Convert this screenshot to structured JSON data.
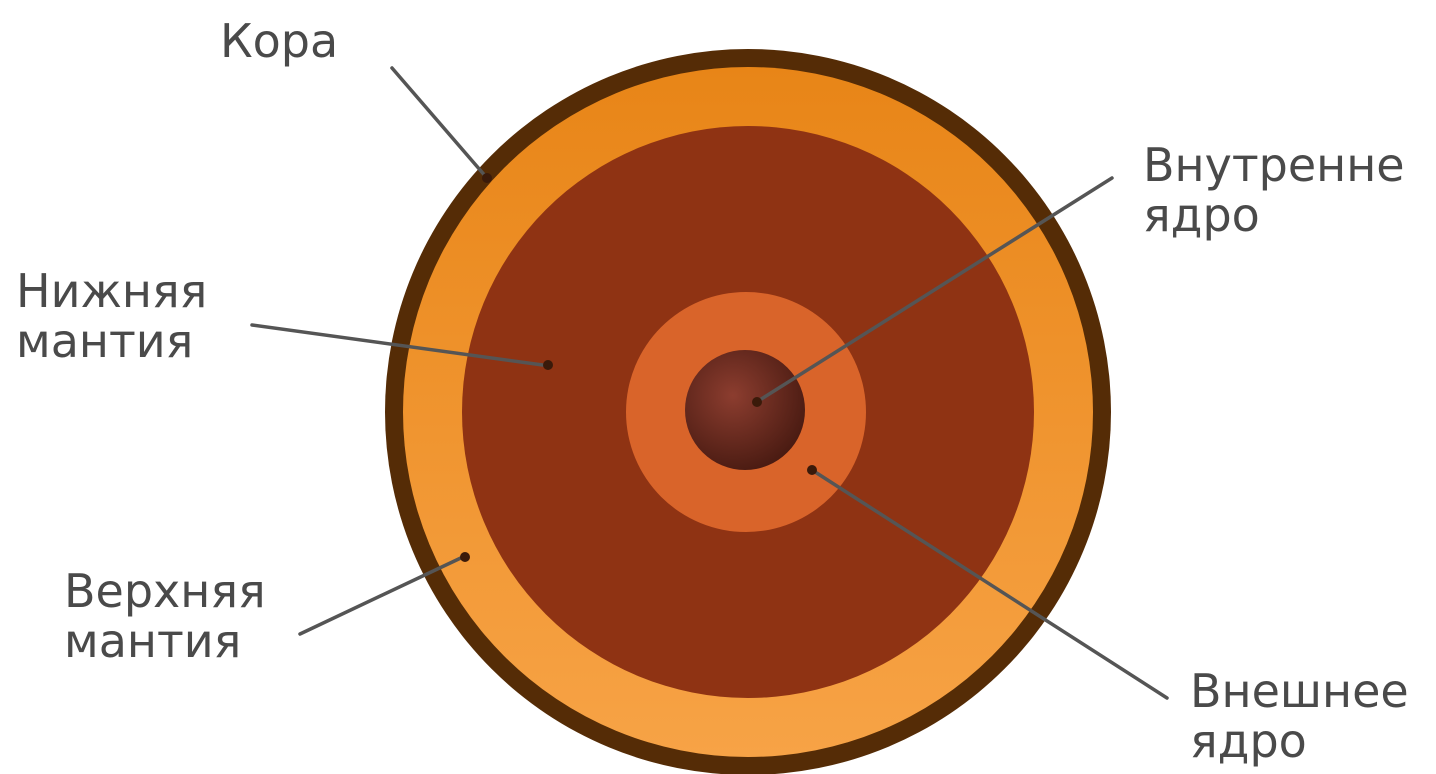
{
  "colors": {
    "crust": "#552c06",
    "upper_mantle_top": "#e88517",
    "upper_mantle_bottom": "#f7a346",
    "lower_mantle": "#8f3313",
    "outer_core": "#d9642a",
    "inner_core_light": "#8c3d2f",
    "inner_core_dark": "#4a1b12",
    "leader_line": "#555555",
    "label_text": "#4a4a4a"
  },
  "labels": {
    "crust": "Кора",
    "inner_core": [
      "Внутренне",
      "ядро"
    ],
    "lower_mantle": [
      "Нижняя",
      "мантия"
    ],
    "upper_mantle": [
      "Верхняя",
      "мантия"
    ],
    "outer_core": [
      "Внешнее",
      "ядро"
    ]
  }
}
